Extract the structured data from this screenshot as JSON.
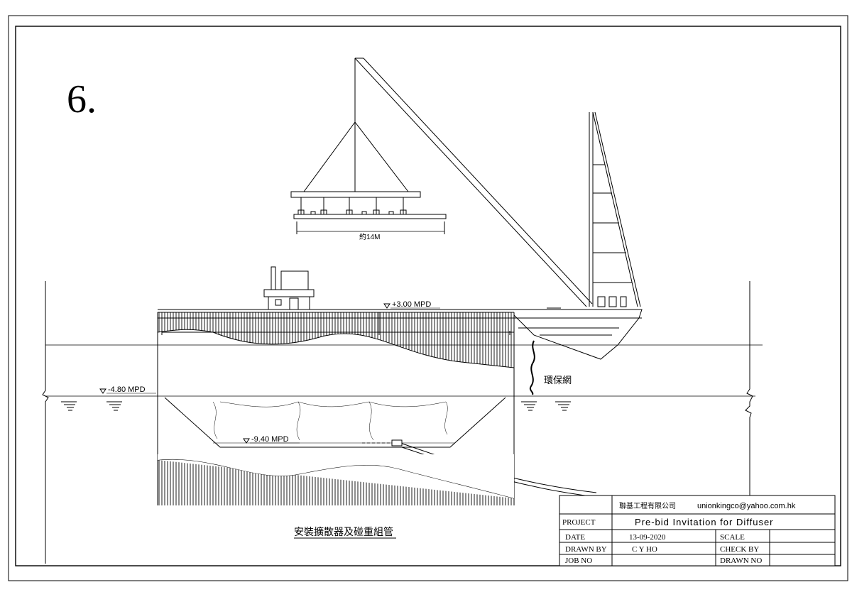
{
  "sheet_number": "6.",
  "labels": {
    "top_deck_level": "+3.00 MPD",
    "seabed_level": "-4.80 MPD",
    "dredge_level": "-9.40 MPD",
    "beam_length": "約14M",
    "silt_curtain": "環保網",
    "drawing_caption": "安裝擴散器及碰重組管"
  },
  "title_block": {
    "company": "聯基工程有限公司",
    "email": "unionkingco@yahoo.com.hk",
    "project_label": "PROJECT",
    "project_value": "Pre-bid Invitation for Diffuser",
    "date_label": "DATE",
    "date_value": "13-09-2020",
    "scale_label": "SCALE",
    "scale_value": "",
    "drawn_by_label": "DRAWN BY",
    "drawn_by_value": "C Y HO",
    "check_by_label": "CHECK BY",
    "check_by_value": "",
    "job_no_label": "JOB NO",
    "job_no_value": "",
    "drawn_no_label": "DRAWN NO",
    "drawn_no_value": ""
  }
}
